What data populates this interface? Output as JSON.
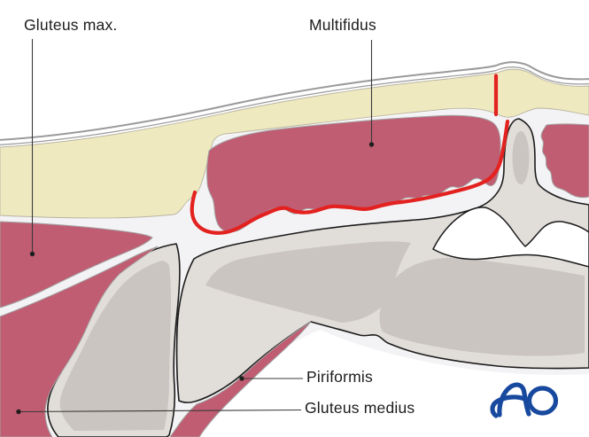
{
  "figure": {
    "title": "Posterior paraspinal cross-section with muscle labels and approach line",
    "labels": {
      "gluteus_max": "Gluteus max.",
      "multifidus": "Multifidus",
      "piriformis": "Piriformis",
      "gluteus_medius": "Gluteus medius"
    },
    "logo": {
      "text": "AO",
      "color": "#17499e"
    },
    "colors": {
      "muscle": "#c05d72",
      "fat": "#efe9c0",
      "bone-light": "#e1ddd9",
      "bone-core": "#cac5c1",
      "outline-black": "#1b1b1b",
      "outline-gray": "#a3a3a3",
      "fascia-bg": "#f3f3f5",
      "skin-line": "#9a9a9a",
      "incision-red": "#e32220",
      "label-text": "#1c1c1c"
    }
  }
}
